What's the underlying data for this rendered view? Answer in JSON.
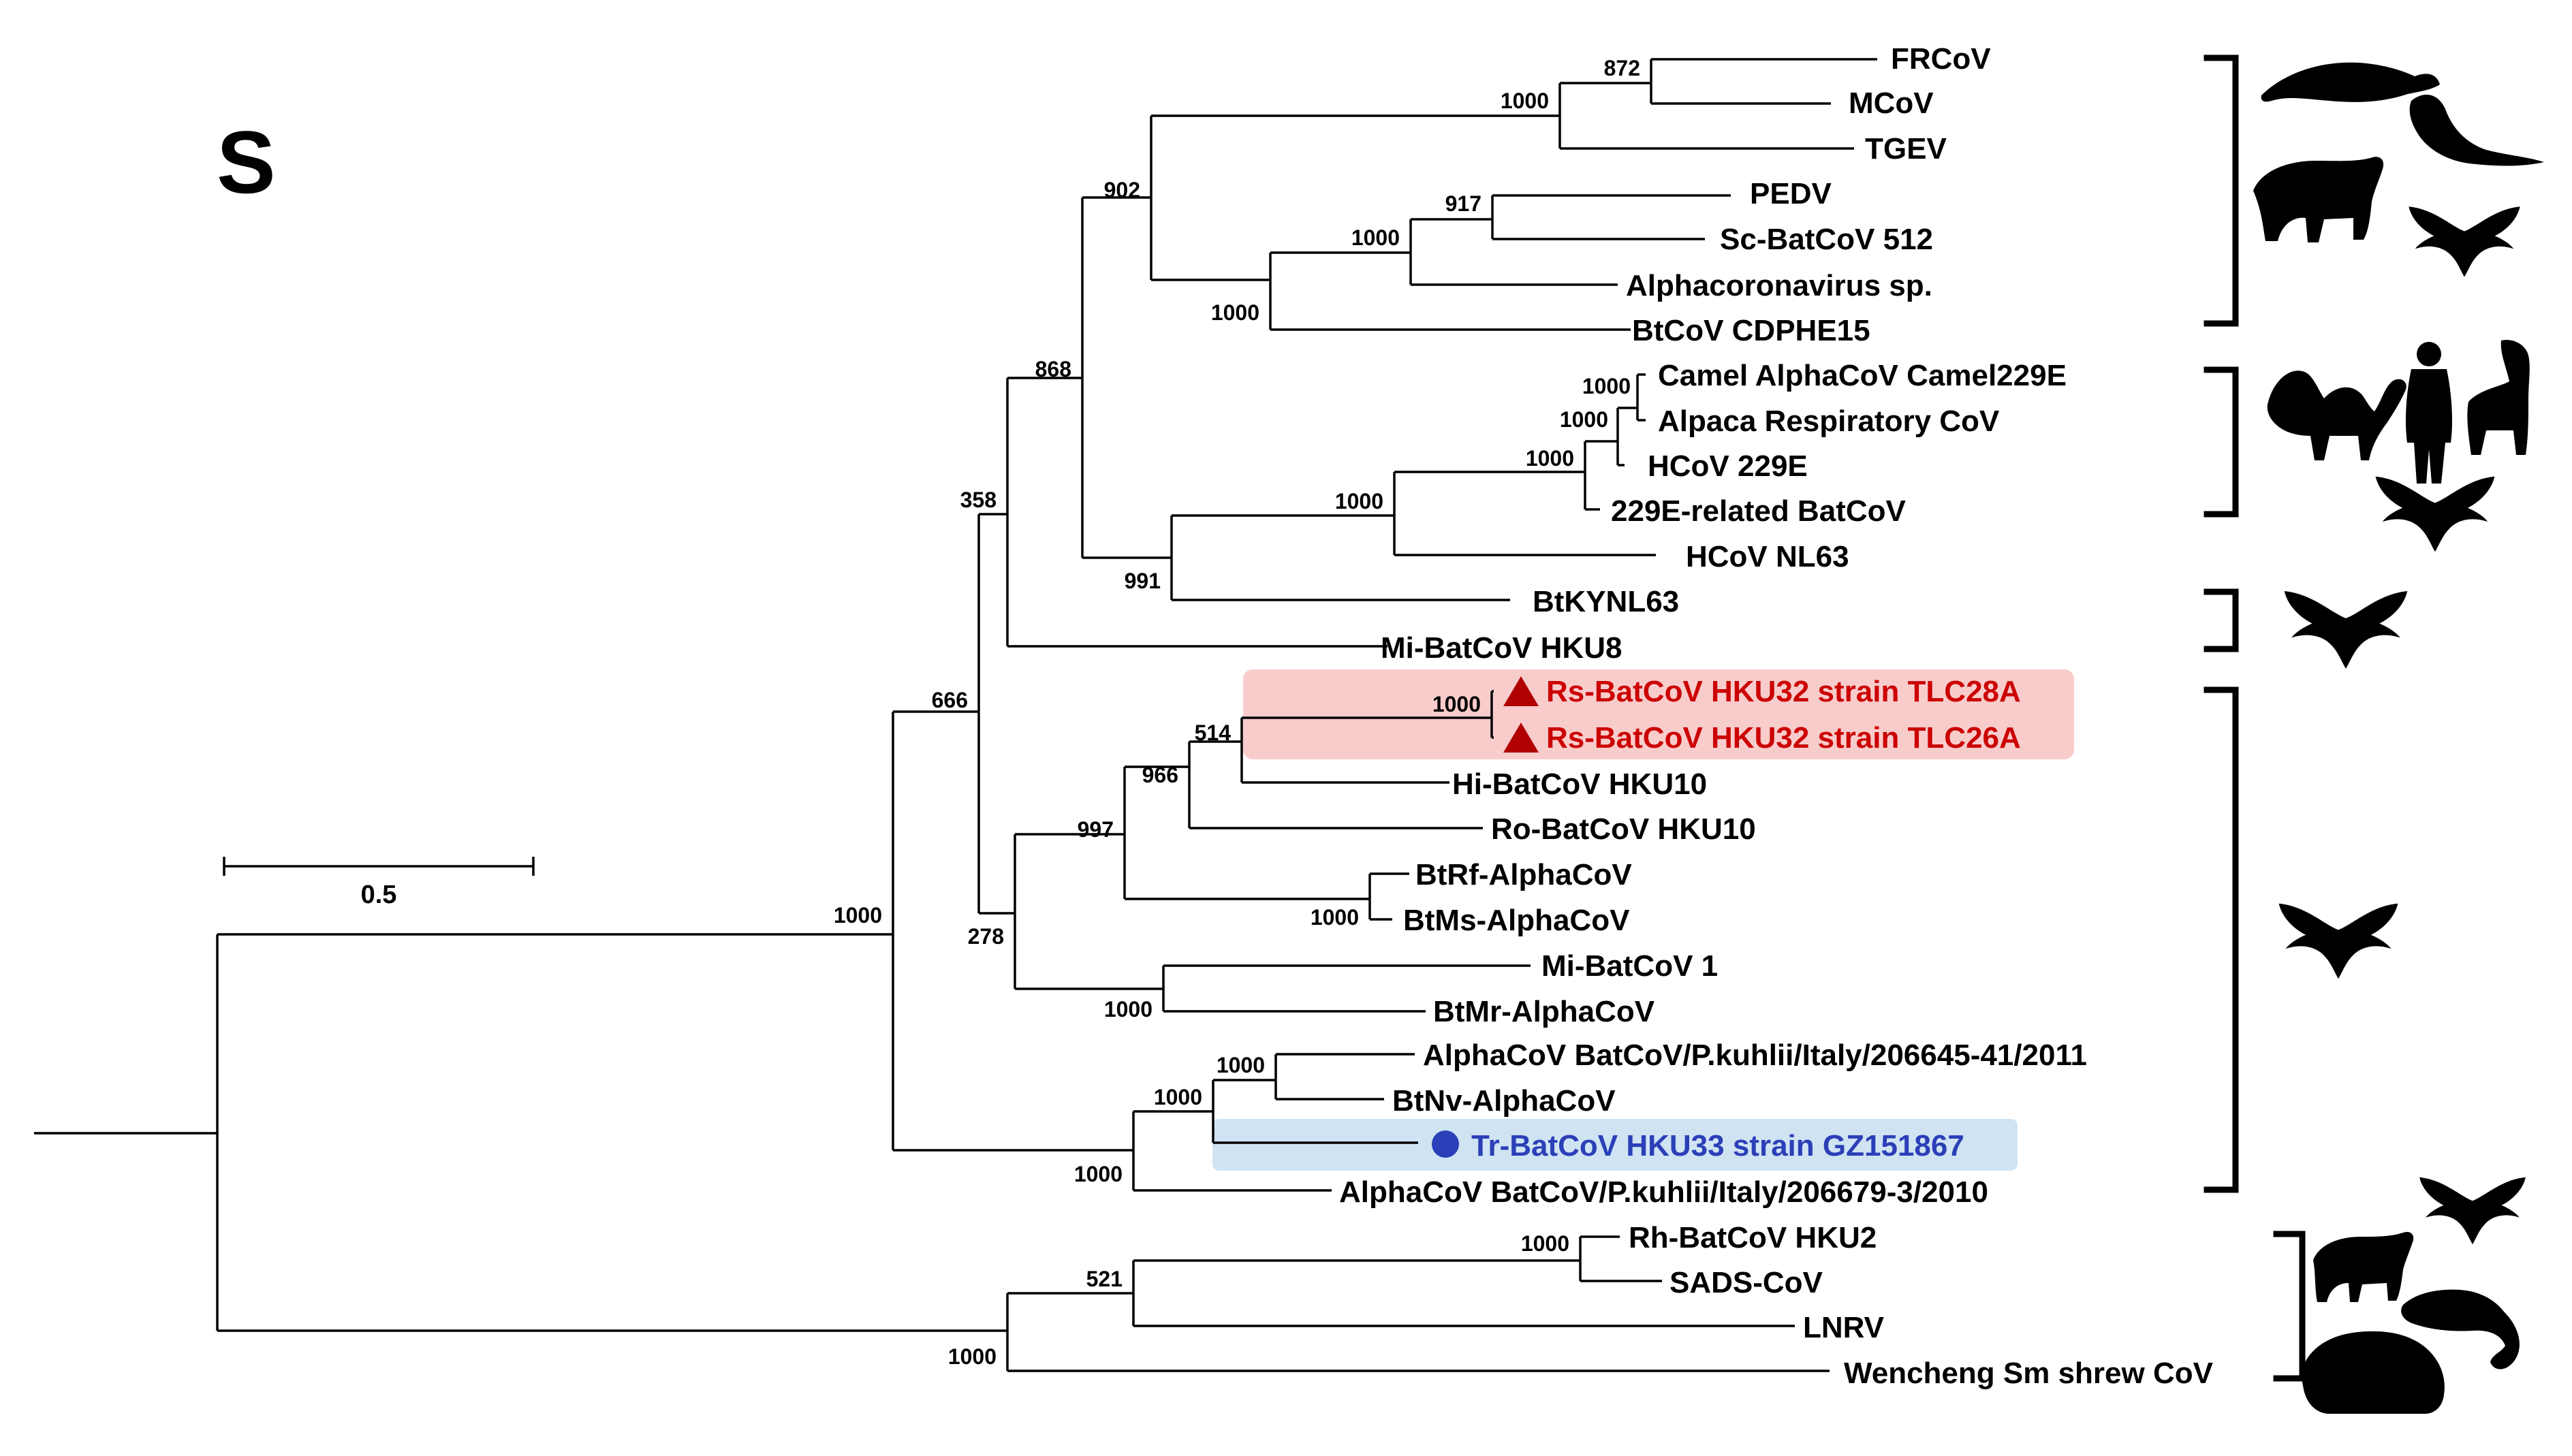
{
  "panel_label": "S",
  "scale_bar": {
    "label": "0.5"
  },
  "colors": {
    "highlight_red": "#f9cccc",
    "highlight_blue": "#cfe3f3",
    "text_red": "#cc0000",
    "text_blue": "#2b3fb8",
    "marker_red": "#b00000",
    "marker_blue": "#2b3fb8"
  },
  "leaves": [
    "FRCoV",
    "MCoV",
    "TGEV",
    "PEDV",
    "Sc-BatCoV 512",
    "Alphacoronavirus sp.",
    "BtCoV CDPHE15",
    "Camel AlphaCoV Camel229E",
    "Alpaca Respiratory CoV",
    "HCoV 229E",
    "229E-related BatCoV",
    "HCoV NL63",
    "BtKYNL63",
    "Mi-BatCoV HKU8",
    "Rs-BatCoV HKU32 strain TLC28A",
    "Rs-BatCoV HKU32 strain TLC26A",
    "Hi-BatCoV HKU10",
    "Ro-BatCoV HKU10",
    "BtRf-AlphaCoV",
    "BtMs-AlphaCoV",
    "Mi-BatCoV 1",
    "BtMr-AlphaCoV",
    "AlphaCoV BatCoV/P.kuhlii/Italy/206645-41/2011",
    "BtNv-AlphaCoV",
    "Tr-BatCoV HKU33 strain GZ151867",
    "AlphaCoV BatCoV/P.kuhlii/Italy/206679-3/2010",
    "Rh-BatCoV HKU2",
    "SADS-CoV",
    "LNRV",
    "Wencheng Sm shrew CoV"
  ],
  "bootstrap": [
    "872",
    "1000",
    "902",
    "917",
    "1000",
    "1000",
    "868",
    "1000",
    "1000",
    "1000",
    "1000",
    "991",
    "358",
    "666",
    "1000",
    "514",
    "966",
    "997",
    "1000",
    "278",
    "1000",
    "1000",
    "1000",
    "1000",
    "1000",
    "521",
    "1000",
    "1000"
  ],
  "host_groups": [
    {
      "icons": [
        "ferret-icon",
        "mink-icon",
        "pig-icon",
        "bat-icon"
      ]
    },
    {
      "icons": [
        "camel-icon",
        "human-icon",
        "alpaca-icon",
        "bat-icon"
      ]
    },
    {
      "icons": [
        "bat-icon"
      ]
    },
    {
      "icons": [
        "bat-icon"
      ]
    },
    {
      "icons": [
        "pig-icon",
        "bat-icon",
        "rat-icon",
        "shrew-icon"
      ]
    }
  ]
}
